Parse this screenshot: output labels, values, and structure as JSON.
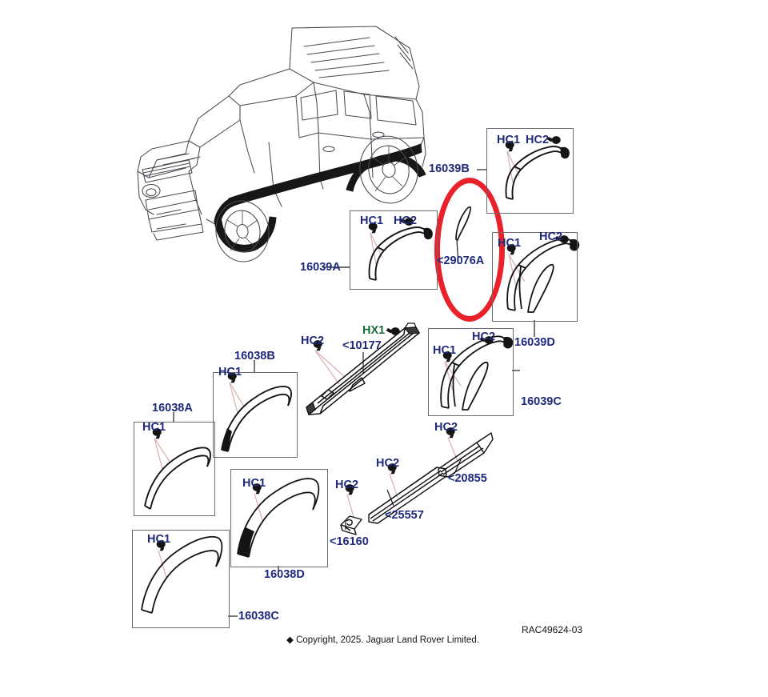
{
  "document": {
    "kind": "vehicle-parts-exploded-diagram",
    "subject": "Wheel arch mouldings and body side trim",
    "vehicle_illustration": "Land Rover Defender 110 three-quarter front view line drawing",
    "drawing_reference": "RAC49624-03",
    "copyright": "Copyright, 2025. Jaguar Land Rover Limited.",
    "copyright_symbol": "◆",
    "colors": {
      "label_blue": "#202a7a",
      "label_green": "#1a6b3c",
      "highlight_red": "#e8212a",
      "box_border": "#6b6b78",
      "line_black": "#141414",
      "leader_pink": "#d9b3b3"
    }
  },
  "highlight": {
    "shape": "ellipse",
    "target_part": "<29076A",
    "color": "#e8212a"
  },
  "fastener_labels": {
    "hc1": "HC1",
    "hc2": "HC2",
    "hx1": "HX1"
  },
  "part_boxes": [
    {
      "id": "16039A",
      "label": "16039A",
      "label_side": "left",
      "description": "Front wheel arch moulding left hand",
      "fasteners": [
        "HC1",
        "HC2"
      ]
    },
    {
      "id": "16039B",
      "label": "16039B",
      "label_side": "left",
      "description": "Front wheel arch moulding right hand",
      "fasteners": [
        "HC1",
        "HC2"
      ]
    },
    {
      "id": "16039C",
      "label": "16039C",
      "label_side": "right",
      "description": "Wide wheel arch moulding with extension left hand",
      "fasteners": [
        "HC1",
        "HC2"
      ]
    },
    {
      "id": "16039D",
      "label": "16039D",
      "label_side": "below",
      "description": "Wide wheel arch moulding with extension right hand",
      "fasteners": [
        "HC1",
        "HC2"
      ]
    },
    {
      "id": "16038A",
      "label": "16038A",
      "label_side": "above",
      "description": "Rear wheel arch moulding",
      "fasteners": [
        "HC1"
      ]
    },
    {
      "id": "16038B",
      "label": "16038B",
      "label_side": "above",
      "description": "Rear wheel arch moulding",
      "fasteners": [
        "HC1"
      ]
    },
    {
      "id": "16038C",
      "label": "16038C",
      "label_side": "right",
      "description": "Wide rear wheel arch moulding",
      "fasteners": [
        "HC1"
      ]
    },
    {
      "id": "16038D",
      "label": "16038D",
      "label_side": "below",
      "description": "Wide rear wheel arch moulding",
      "fasteners": [
        "HC1"
      ]
    }
  ],
  "loose_parts": [
    {
      "id": "29076A",
      "label": "<29076A",
      "description": "Wheel arch moulding finisher strip",
      "highlighted": true,
      "fasteners": []
    },
    {
      "id": "10177",
      "label": "<10177",
      "description": "Sill / rocker panel assembly",
      "fasteners": [
        "HC2",
        "HX1"
      ]
    },
    {
      "id": "16160",
      "label": "<16160",
      "description": "Body side trim clip bracket",
      "fasteners": [
        "HC2"
      ]
    },
    {
      "id": "25557",
      "label": "<25557",
      "description": "Body side moulding long section",
      "fasteners": [
        "HC2"
      ]
    },
    {
      "id": "20855",
      "label": "<20855",
      "description": "Body side moulding short section",
      "fasteners": [
        "HC2"
      ]
    }
  ]
}
